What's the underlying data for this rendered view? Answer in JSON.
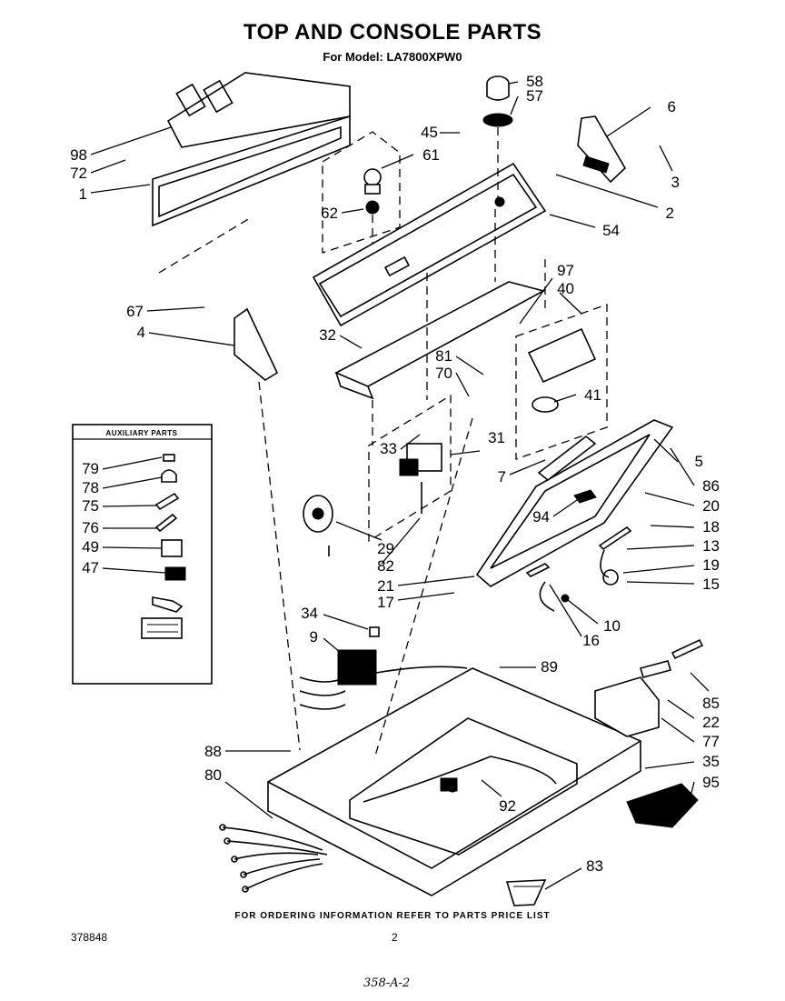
{
  "header": {
    "title": "TOP AND CONSOLE PARTS",
    "subtitle": "For Model: LA7800XPW0"
  },
  "auxiliary_box": {
    "title": "AUXILIARY PARTS"
  },
  "callouts": [
    "98",
    "72",
    "1",
    "61",
    "62",
    "45",
    "58",
    "57",
    "6",
    "3",
    "2",
    "54",
    "67",
    "4",
    "32",
    "97",
    "40",
    "81",
    "70",
    "41",
    "33",
    "31",
    "5",
    "86",
    "7",
    "20",
    "94",
    "18",
    "13",
    "19",
    "15",
    "29",
    "82",
    "21",
    "17",
    "16",
    "10",
    "34",
    "9",
    "88",
    "89",
    "85",
    "22",
    "77",
    "35",
    "95",
    "80",
    "92",
    "83",
    "79",
    "78",
    "75",
    "76",
    "49",
    "47"
  ],
  "footer": {
    "note": "FOR ORDERING INFORMATION REFER TO PARTS PRICE LIST",
    "doc_number": "378848",
    "page": "2",
    "handwritten": "358-A-2"
  }
}
